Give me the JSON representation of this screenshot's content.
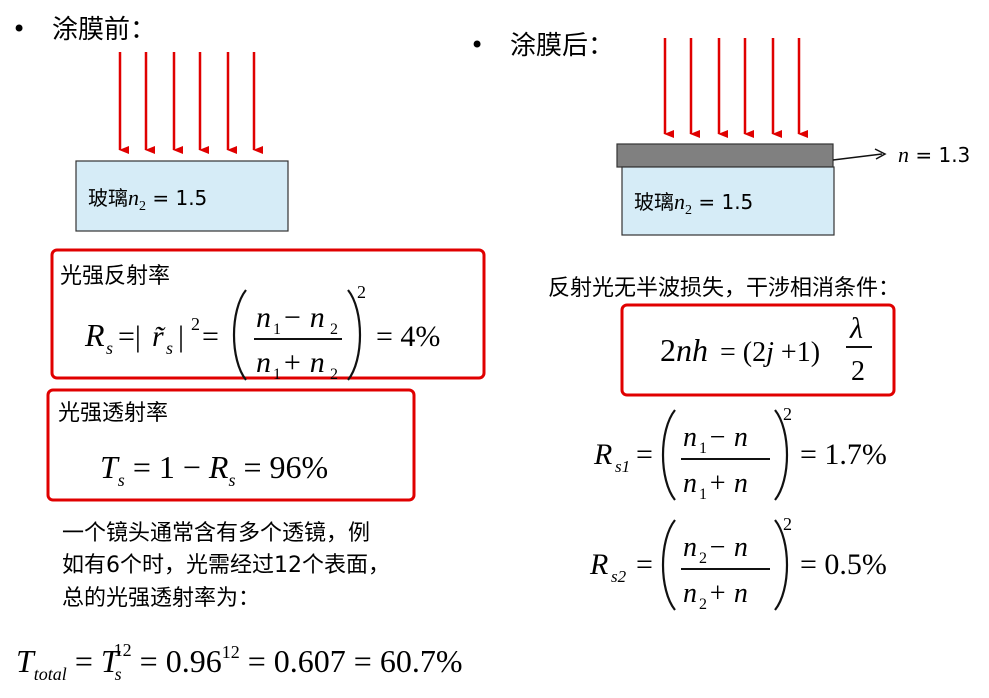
{
  "left": {
    "bullet": "•",
    "heading": "涂膜前：",
    "glass_label": "玻璃",
    "glass_n_var": "n",
    "glass_n_sub": "2",
    "glass_n_val": " = 1.5",
    "box1_title": "光强反射率",
    "box2_title": "光强透射率",
    "box2_formula": {
      "T": "T",
      "s": "s",
      "rest1": " = 1 − ",
      "R": "R",
      "s2": "s",
      "rest2": " = 96%"
    },
    "paragraph": [
      "一个镜头通常含有多个透镜，例",
      "如有6个时，光需经过12个表面，",
      "总的光强透射率为："
    ],
    "total_formula": {
      "T": "T",
      "sub": "total",
      "eq": " = ",
      "T2": "T",
      "s": "s",
      "exp": "12",
      "rest": " = 0.96",
      "exp2": "12",
      "rest2": " = 0.607 = 60.7%"
    }
  },
  "right": {
    "bullet": "•",
    "heading": "涂膜后：",
    "glass_label": "玻璃",
    "glass_n_var": "n",
    "glass_n_sub": "2",
    "glass_n_val": " = 1.5",
    "film_label": "n = 1.3",
    "condition": "反射光无半波损失，干涉相消条件：",
    "box_formula": {
      "lhs": "2nh",
      "eq": " = (2",
      "j": "j",
      "rest": " +1)",
      "num": "λ",
      "den": "2"
    },
    "rs1": {
      "R": "R",
      "sub": "s1",
      "num": "n",
      "num_sub": "1",
      "minus": " − n",
      "den": "n",
      "den_sub": "1",
      "plus": " + n",
      "exp": "2",
      "result": "= 1.7%"
    },
    "rs2": {
      "R": "R",
      "sub": "s2",
      "num": "n",
      "num_sub": "2",
      "minus": " − n",
      "den": "n",
      "den_sub": "2",
      "plus": " + n",
      "exp": "2",
      "result": "= 0.5%"
    }
  },
  "box1_formula": {
    "R": "R",
    "s": "s",
    "eq1": " =| ",
    "r": "r̃",
    "rs": "s",
    "bar": " |",
    "exp": "2",
    "eq2": "=",
    "num": "n",
    "num_s1": "1",
    "minus": " − n",
    "num_s2": "2",
    "den": "n",
    "den_s1": "1",
    "plus": " + n",
    "den_s2": "2",
    "exp2": "2",
    "result": "= 4%"
  },
  "colors": {
    "arrow": "#e00000",
    "box_border": "#e00000",
    "glass_fill": "#d6ecf7",
    "film_fill": "#808080"
  }
}
